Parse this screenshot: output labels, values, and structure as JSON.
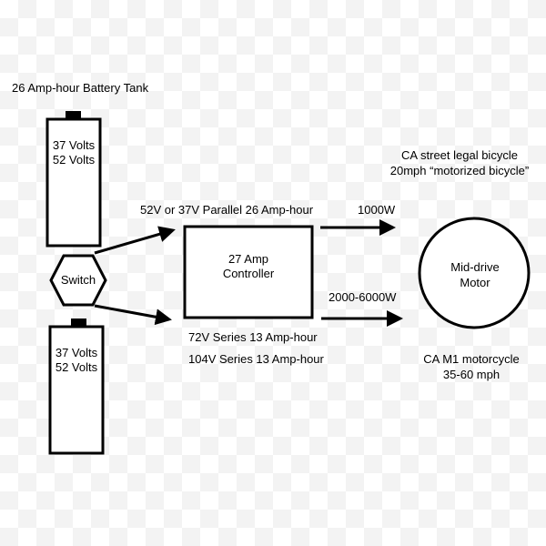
{
  "battery_tank_label": "26 Amp-hour  Battery Tank",
  "battery_top": {
    "line1": "37 Volts",
    "line2": "52 Volts"
  },
  "battery_bottom": {
    "line1": "37 Volts",
    "line2": "52 Volts"
  },
  "switch_label": "Switch",
  "parallel_label": "52V or  37V Parallel  26 Amp-hour",
  "series_labels": [
    "72V Series 13 Amp-hour",
    "104V Series 13 Amp-hour"
  ],
  "controller": {
    "line1": "27 Amp",
    "line2": "Controller"
  },
  "power_low": "1000W",
  "power_high": "2000-6000W",
  "motor": {
    "line1": "Mid-drive",
    "line2": "Motor"
  },
  "bicycle_note": {
    "line1": "CA street legal bicycle",
    "line2": "20mph “motorized bicycle”"
  },
  "motorcycle_note": {
    "line1": "CA M1 motorcycle",
    "line2": "35-60 mph"
  }
}
